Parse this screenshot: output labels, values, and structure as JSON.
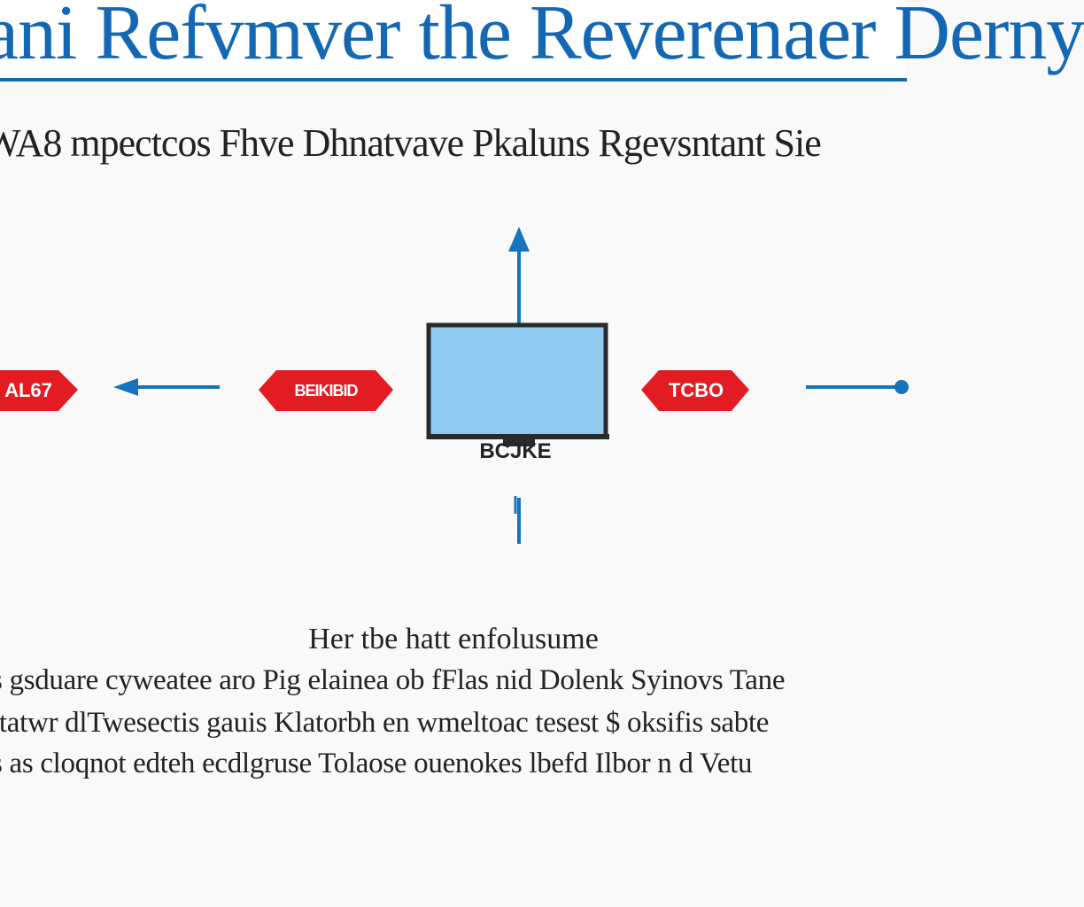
{
  "header": {
    "title": "ani Refvmver the Reverenaer Derny",
    "color": "#1467b3"
  },
  "subtitle": "WA8 mpectcos Fhve Dhnatvave Pkaluns Rgevsntant Sie",
  "diagram": {
    "monitor_label": "BCJKE",
    "tags": [
      {
        "text": "AL67"
      },
      {
        "text": "BEIKIBID"
      },
      {
        "text": "TCBO"
      }
    ],
    "colors": {
      "arrow": "#1673bd",
      "tag": "#e31b23",
      "screen": "#8fcbf1",
      "frame": "#2a2a2a"
    }
  },
  "caption": "Her tbe hatt enfolusume",
  "body_lines": [
    "s gsduare cyweatee aro Pig elainea ob fFlas nid Dolenk Syinovs Tane",
    "ttatwr dlTwesectis gauis Klatorbh en wmeltoac tesest $ oksifis sabte",
    "s as cloqnot edteh ecdlgruse Tolaose ouenokes lbefd Ilbor n d Vetu"
  ]
}
